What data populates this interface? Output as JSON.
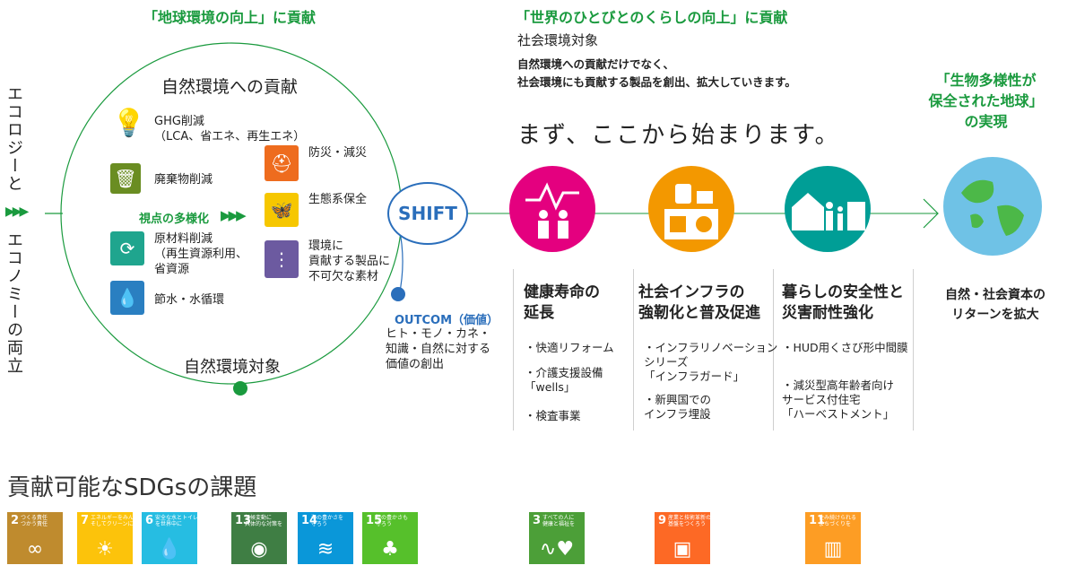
{
  "header_left": "「地球環境の向上」に貢献",
  "header_right": "「世界のひとびとのくらしの向上」に貢献",
  "left_vertical_1": "エコロジーと",
  "left_vertical_2": "エコノミーの両立",
  "circle": {
    "title": "自然環境への貢献",
    "bottom_label": "自然環境対象",
    "viewpoint": "視点の多様化",
    "items": [
      {
        "label": "GHG削減\n（LCA、省エネ、再生エネ）",
        "icon": "lightbulb-icon"
      },
      {
        "label": "廃棄物削減",
        "icon": "trash-bin-icon"
      },
      {
        "label": "原材料削減\n（再生資源利用、\n省資源",
        "icon": "recycle-icon"
      },
      {
        "label": "節水・水循環",
        "icon": "water-drop-icon"
      },
      {
        "label": "防災・減災",
        "icon": "helmet-icon"
      },
      {
        "label": "生態系保全",
        "icon": "butterfly-icon"
      },
      {
        "label": "環境に\n貢献する製品に\n不可欠な素材",
        "icon": "materials-icon"
      }
    ]
  },
  "shift_label": "SHIFT",
  "outcome": {
    "title": "OUTCOM（価値）",
    "body": "ヒト・モノ・カネ・\n知識・自然に対する\n価値の創出"
  },
  "social": {
    "subtitle": "社会環境対象",
    "body": "自然環境への貢献だけでなく、\n社会環境にも貢献する製品を創出、拡大していきます。",
    "tagline": "まず、ここから始まります。"
  },
  "biodiversity": "「生物多様性が\n保全された地球」\nの実現",
  "columns": [
    {
      "title": "健康寿命の\n延長",
      "color": "#e4007f",
      "icon": "health-icon",
      "bullets": [
        "・快適リフォーム",
        "・介護支援設備\n「wells」",
        "・検査事業"
      ]
    },
    {
      "title": "社会インフラの\n強靭化と普及促進",
      "color": "#f39800",
      "icon": "infrastructure-icon",
      "bullets": [
        "・インフラリノベーション\nシリーズ\n「インフラガード」",
        "・新興国での\nインフラ埋設"
      ]
    },
    {
      "title": "暮らしの安全性と\n災害耐性強化",
      "color": "#009e96",
      "icon": "family-house-icon",
      "bullets": [
        "・HUD用くさび形中間膜",
        "・減災型高年齢者向け\nサービス付住宅\n「ハーベストメント」"
      ]
    }
  ],
  "earth_label": "自然・社会資本の\nリターンを拡大",
  "sdgs_title": "貢献可能なSDGsの課題",
  "sdgs": [
    {
      "num": "2",
      "text": "つくる責任\nつかう責任",
      "color": "#bf8b2e",
      "glyph": "∞"
    },
    {
      "num": "7",
      "text": "エネルギーをみんなに\nそしてクリーンに",
      "color": "#fcc30b",
      "glyph": "☀"
    },
    {
      "num": "6",
      "text": "安全な水とトイレ\nを世界中に",
      "color": "#26bde2",
      "glyph": "💧"
    },
    {
      "num": "13",
      "text": "気候変動に\n具体的な対策を",
      "color": "#3f7e44",
      "glyph": "◉"
    },
    {
      "num": "14",
      "text": "海の豊かさを\n守ろう",
      "color": "#0a97d9",
      "glyph": "≋"
    },
    {
      "num": "15",
      "text": "陸の豊かさも\n守ろう",
      "color": "#56c02b",
      "glyph": "♣"
    },
    {
      "num": "3",
      "text": "すべての人に\n健康と福祉を",
      "color": "#4c9f38",
      "glyph": "∿♥"
    },
    {
      "num": "9",
      "text": "産業と技術革新の\n基盤をつくろう",
      "color": "#fd6925",
      "glyph": "▣"
    },
    {
      "num": "11",
      "text": "住み続けられる\nまちづくりを",
      "color": "#fd9d24",
      "glyph": "▥"
    }
  ]
}
